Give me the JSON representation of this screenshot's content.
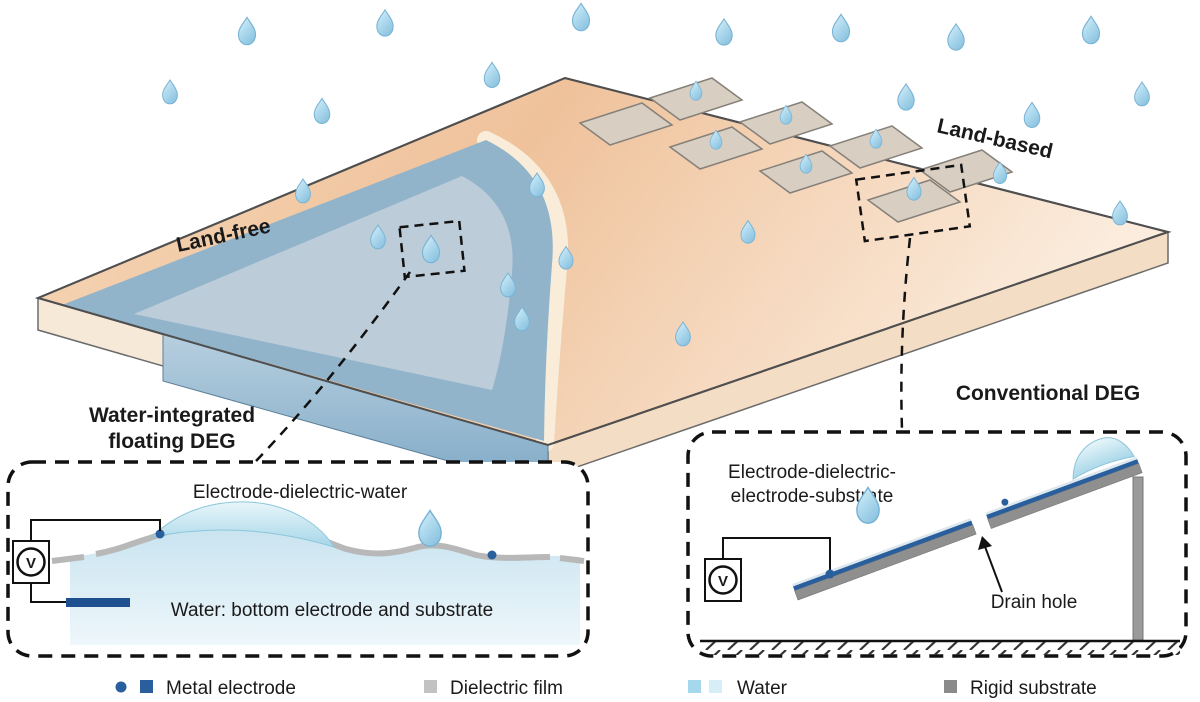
{
  "figure": {
    "scene": {
      "land_free": "Land-free",
      "land_based": "Land-based"
    },
    "floating_deg": {
      "title_line1": "Water-integrated",
      "title_line2": "floating DEG",
      "structure": "Electrode-dielectric-water",
      "water_caption": "Water: bottom electrode and substrate",
      "voltmeter": "V"
    },
    "conventional_deg": {
      "title": "Conventional DEG",
      "structure_line1": "Electrode-dielectric-",
      "structure_line2": "electrode-substrate",
      "drain_hole": "Drain hole",
      "voltmeter": "V"
    },
    "legend": {
      "metal_electrode": "Metal electrode",
      "dielectric_film": "Dielectric film",
      "water": "Water",
      "rigid_substrate": "Rigid substrate"
    },
    "colors": {
      "metal_blue": "#2a5f9e",
      "dielectric_gray": "#c2c2c2",
      "water_swatch_1": "#a5d8ec",
      "water_swatch_2": "#d5eef8",
      "substrate_gray": "#8a8a8a",
      "sea_blue": "#92b4cb",
      "land_orange": "#f0c49e",
      "droplet_blue": "#aed6ec"
    }
  }
}
